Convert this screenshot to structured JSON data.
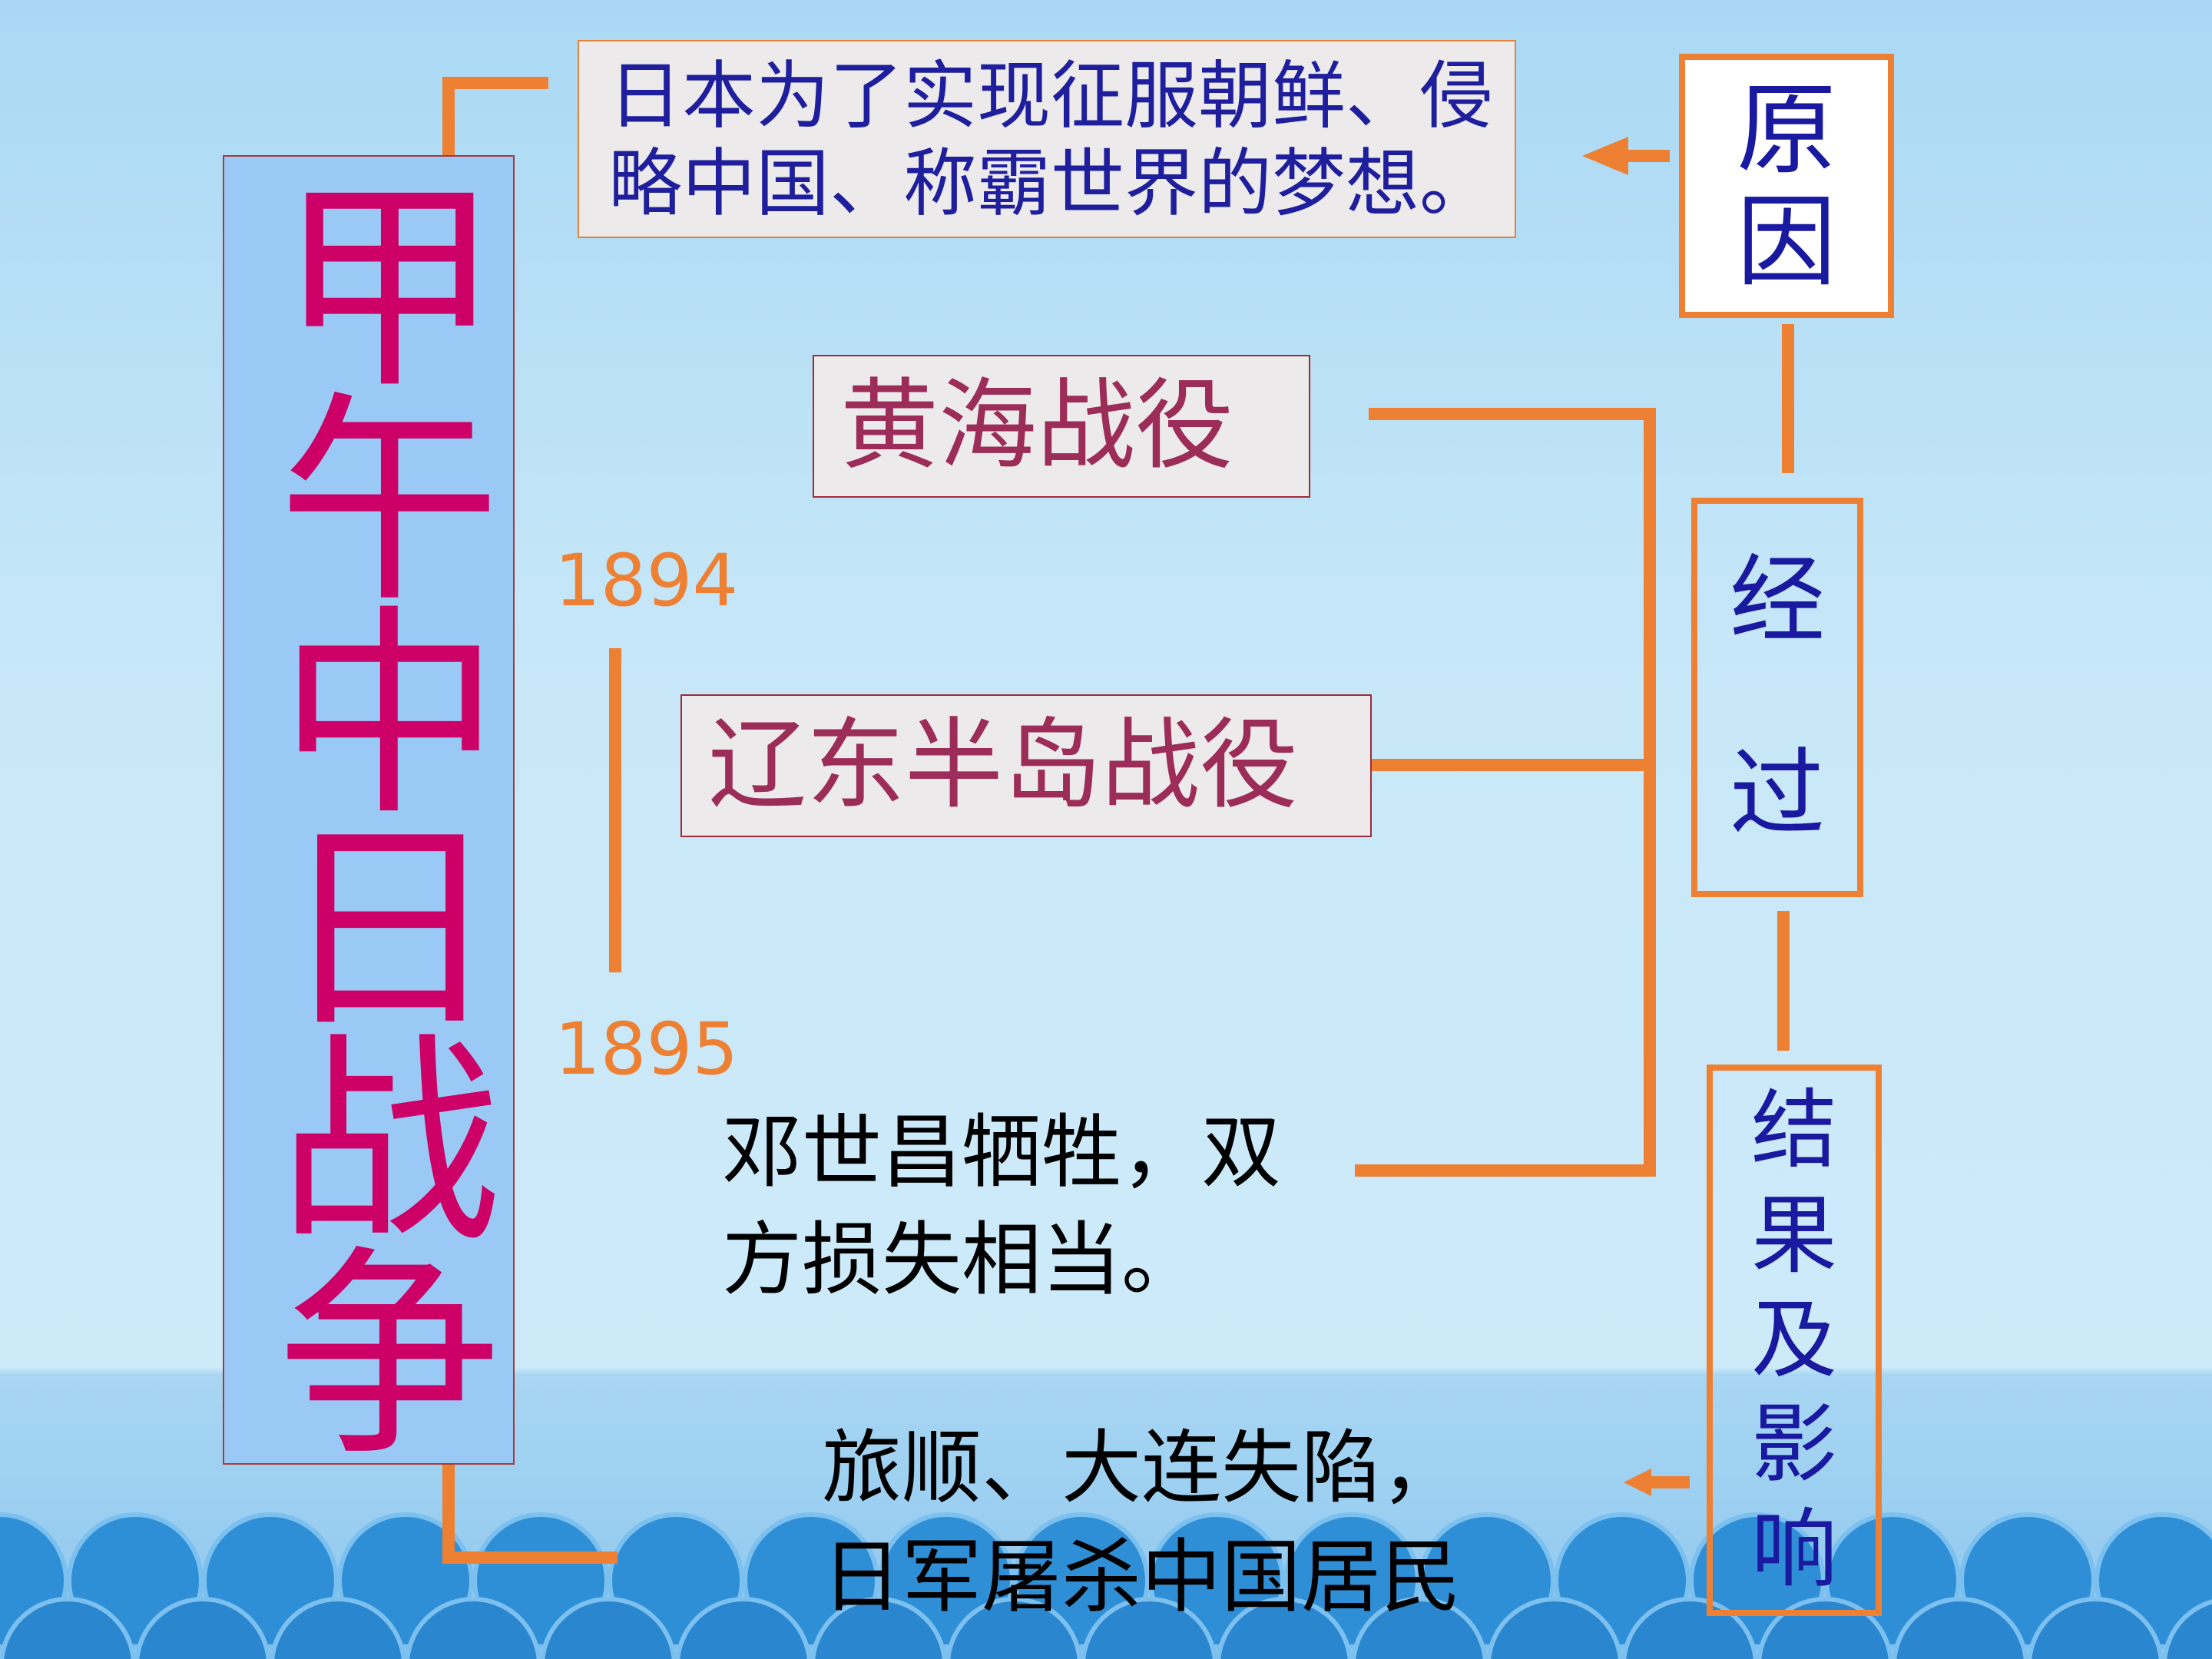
{
  "title": "甲午中日战争",
  "cause": {
    "label_chars": [
      "原",
      "因"
    ],
    "text_lines": [
      "日本为了实现征服朝鲜、侵",
      "略中国、称霸世界的梦想。"
    ]
  },
  "process": {
    "label_chars": [
      "经",
      "过"
    ],
    "battles": [
      "黄海战役",
      "辽东半岛战役"
    ],
    "years": [
      "1894",
      "1895"
    ]
  },
  "results": {
    "label_chars": [
      "结",
      "果",
      "及",
      "影",
      "响"
    ],
    "yellow_sea_lines": [
      "邓世昌牺牲，双",
      "方损失相当。"
    ],
    "liaodong_lines": [
      "旅顺、大连失陷，",
      "日军屠杀中国居民"
    ]
  },
  "colors": {
    "connector": "#ee8033",
    "title": "#cc0066",
    "label_text": "#1a1aa0",
    "battle_text": "#9c2c58",
    "cause_text": "#1f1f9e"
  }
}
